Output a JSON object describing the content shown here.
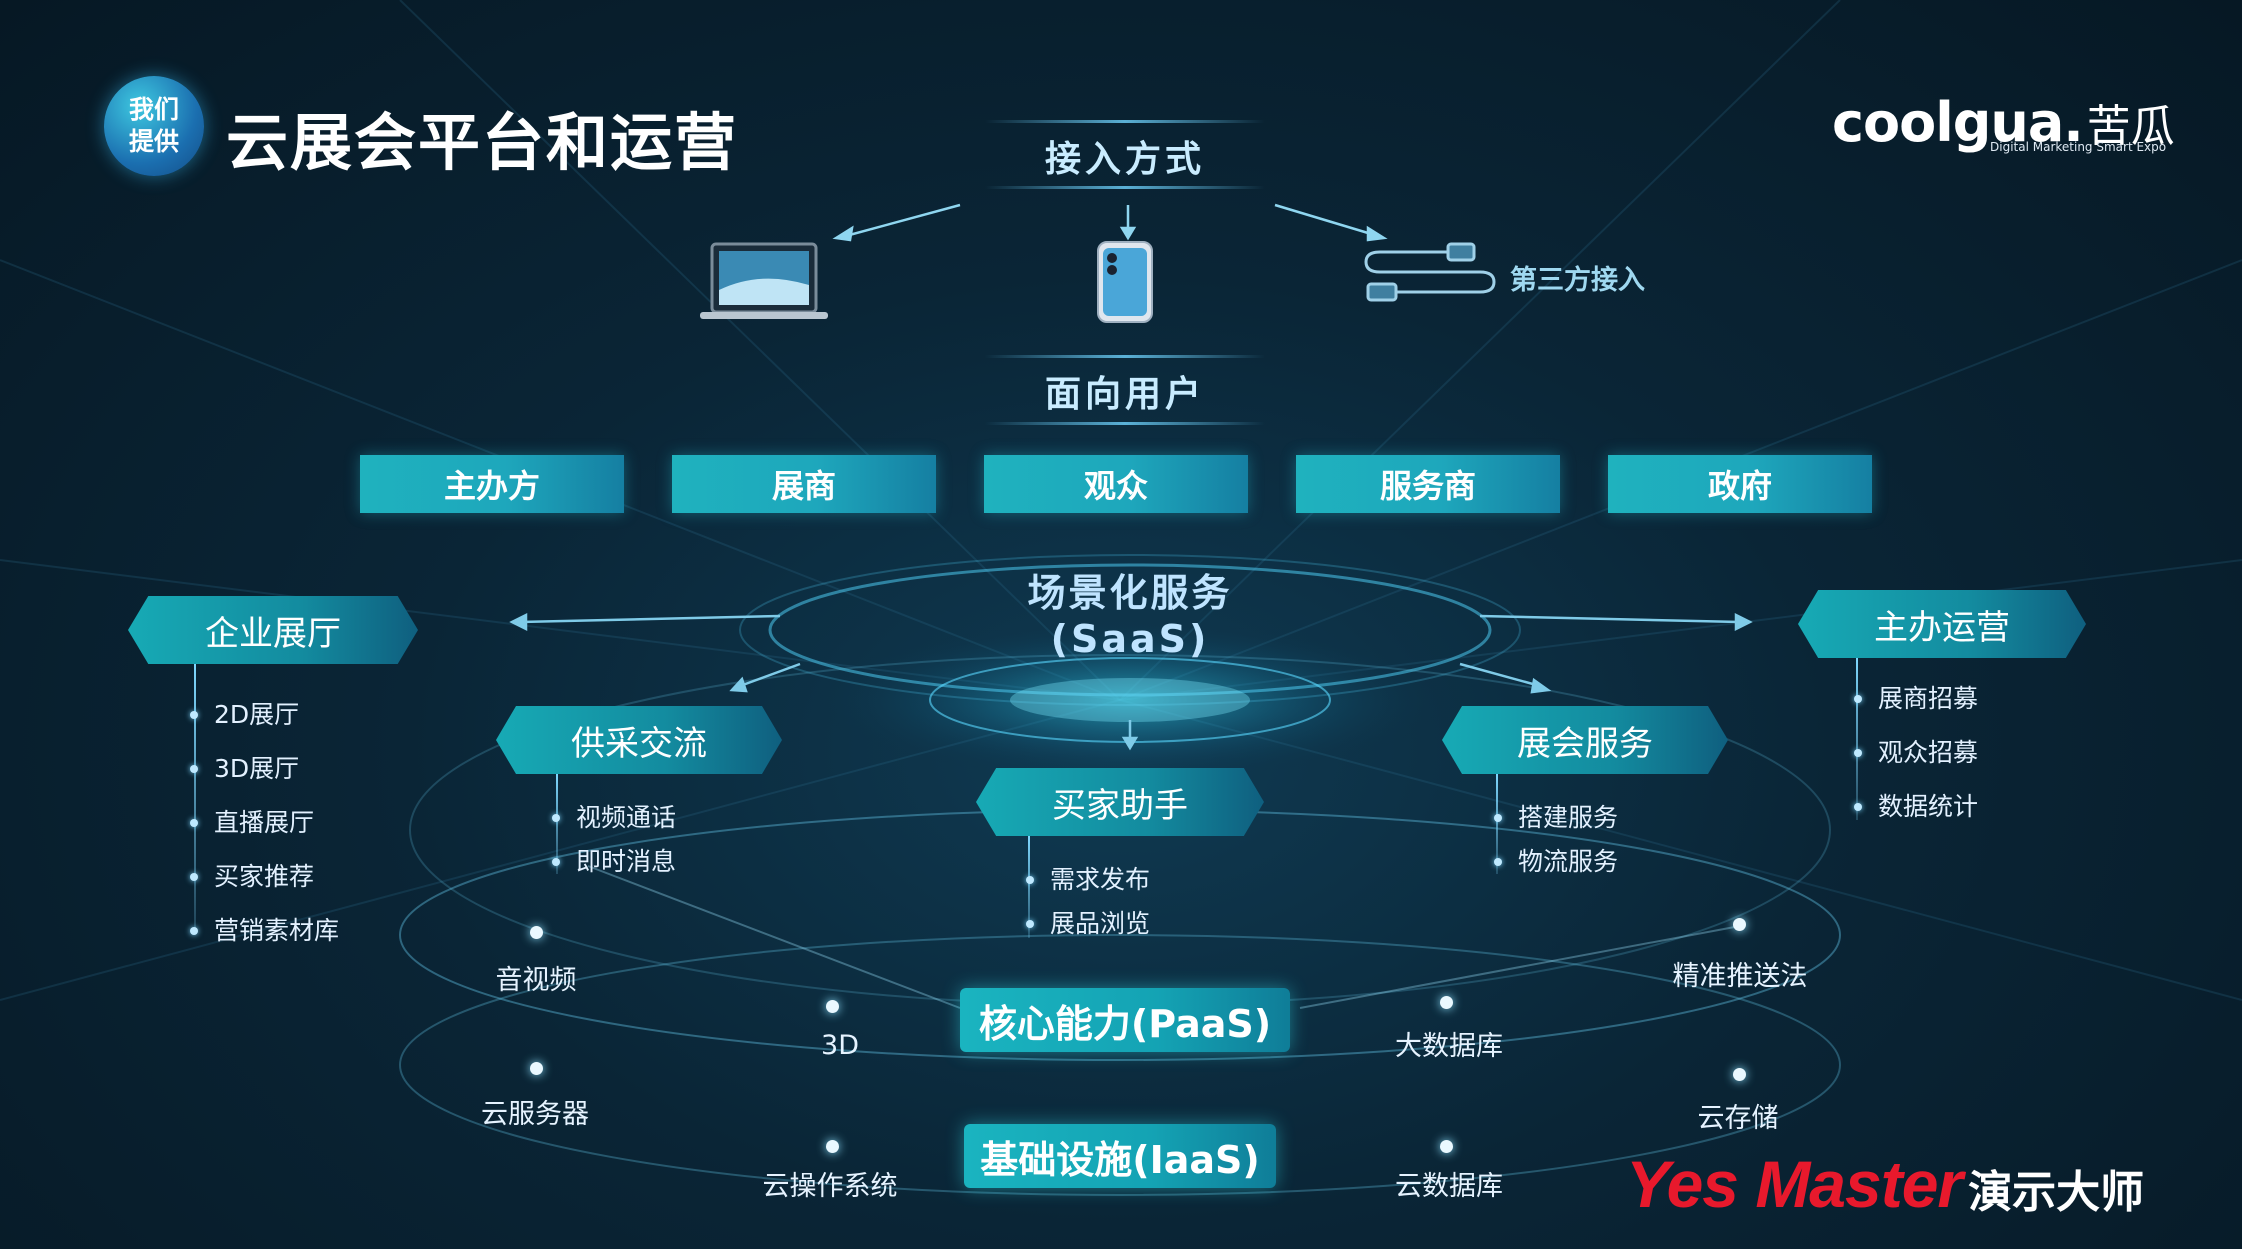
{
  "header": {
    "badge_line1": "我们",
    "badge_line2": "提供",
    "title": "云展会平台和运营",
    "logo_text": "coolgua.",
    "logo_cn": "苦瓜",
    "logo_sub": "Digital Marketing Smart Expo"
  },
  "access": {
    "heading": "接入方式",
    "third_party": "第三方接入"
  },
  "users": {
    "heading": "面向用户",
    "items": [
      "主办方",
      "展商",
      "观众",
      "服务商",
      "政府"
    ]
  },
  "saas": {
    "line1": "场景化服务",
    "line2": "(SaaS)"
  },
  "modules": {
    "enterprise": {
      "title": "企业展厅",
      "items": [
        "2D展厅",
        "3D展厅",
        "直播展厅",
        "买家推荐",
        "营销素材库"
      ]
    },
    "supply": {
      "title": "供采交流",
      "items": [
        "视频通话",
        "即时消息"
      ]
    },
    "buyer": {
      "title": "买家助手",
      "items": [
        "需求发布",
        "展品浏览"
      ]
    },
    "expo": {
      "title": "展会服务",
      "items": [
        "搭建服务",
        "物流服务"
      ]
    },
    "organizer": {
      "title": "主办运营",
      "items": [
        "展商招募",
        "观众招募",
        "数据统计"
      ]
    }
  },
  "paas": {
    "label": "核心能力(PaaS)",
    "nodes": [
      "音视频",
      "3D",
      "大数据库",
      "精准推送法"
    ]
  },
  "iaas": {
    "label": "基础设施(IaaS)",
    "nodes": [
      "云服务器",
      "云操作系统",
      "云数据库",
      "云存储"
    ]
  },
  "watermark": {
    "en": "Yes Master",
    "cn": "演示大师"
  },
  "colors": {
    "background": "#0a2536",
    "accent": "#1ab4c0",
    "watermark_red": "#e8192c"
  }
}
